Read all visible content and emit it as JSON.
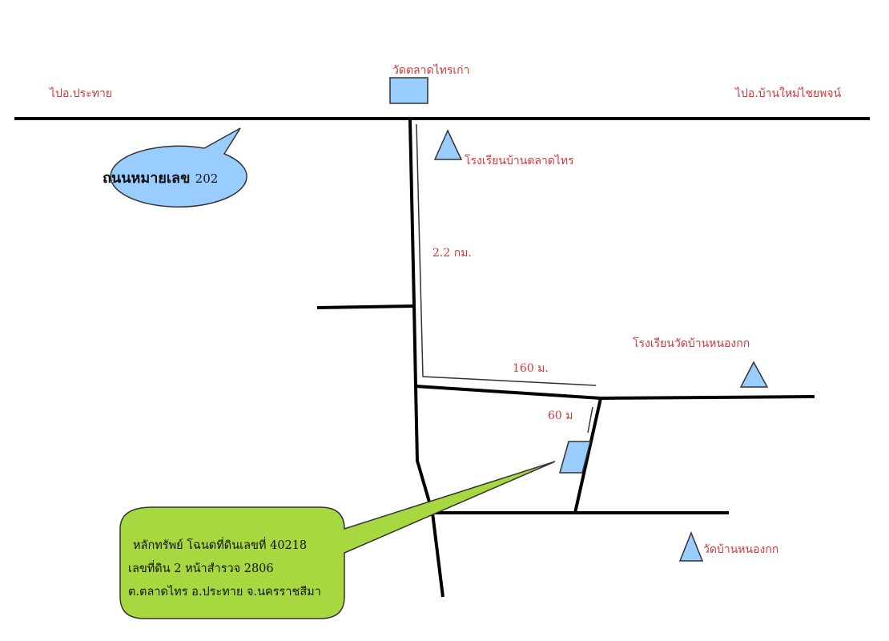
{
  "labels": {
    "to_prathai": "ไปอ.ประทาย",
    "to_ban_mai_chaiyaphot": "ไปอ.บ้านใหม่ไชยพจน์",
    "wat_talat_sai_kao": "วัดตลาดไทรเก่า",
    "school_ban_talat_sai": "โรงเรียนบ้านตลาดไทร",
    "distance_main": "2.2 กม.",
    "distance_160": "160 ม.",
    "distance_60": "60 ม",
    "school_wat_ban_nong_kok": "โรงเรียนวัดบ้านหนองกก",
    "wat_ban_nong_kok": "วัดบ้านหนองกก"
  },
  "road_callout": {
    "name": "ถนนหมายเลข",
    "number": "202"
  },
  "land_callout": {
    "line1": "หลักทรัพย์ โฉนดที่ดินเลขที่  40218",
    "line2": "เลขที่ดิน  2 หน้าสำรวจ 2806",
    "line3": "ต.ตลาดไทร  อ.ประทาย  จ.นครราชสีมา"
  },
  "colors": {
    "label": "#d2373a",
    "marker": "#99ccff",
    "land_callout": "#a8d840",
    "road_callout": "#99ccff"
  }
}
